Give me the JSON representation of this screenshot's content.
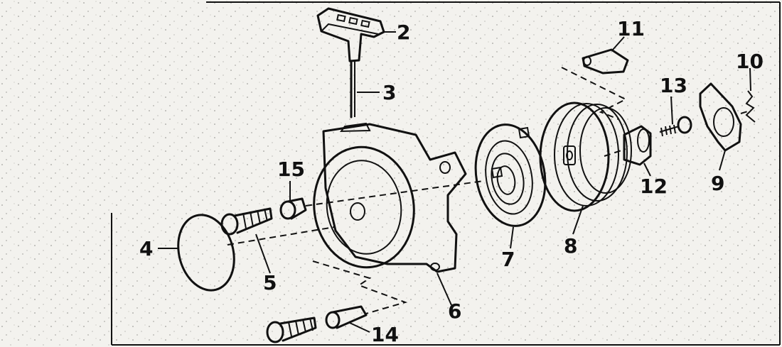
{
  "callouts": {
    "c2": "2",
    "c3": "3",
    "c4": "4",
    "c5": "5",
    "c6": "6",
    "c7": "7",
    "c8": "8",
    "c9": "9",
    "c10": "10",
    "c11": "11",
    "c12": "12",
    "c13": "13",
    "c14": "14",
    "c15": "15"
  }
}
